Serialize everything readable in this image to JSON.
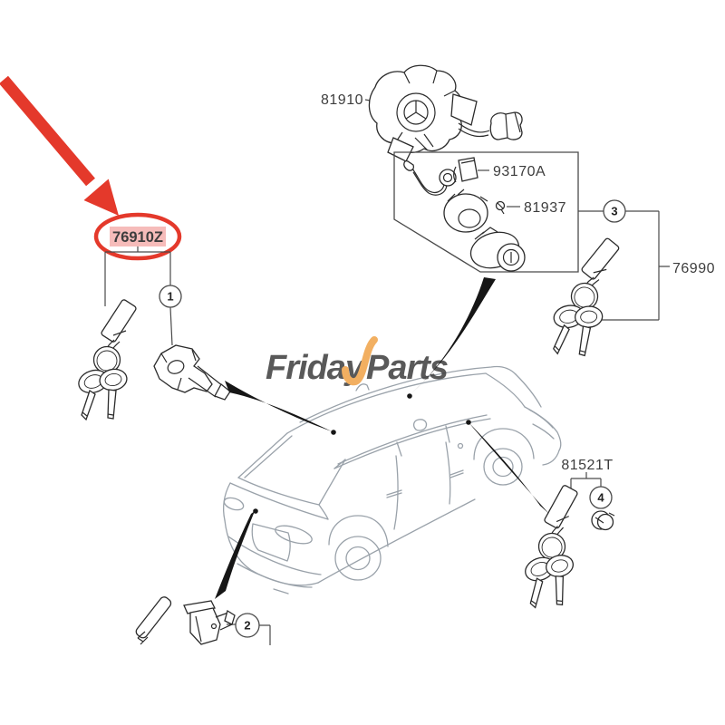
{
  "watermark": {
    "word1": "Friday",
    "word2": "Parts"
  },
  "highlight": {
    "part_number": "76910Z"
  },
  "labels": {
    "ignition_assembly": "81910",
    "antenna": "93170A",
    "screw": "81937",
    "keyset_right": "76990",
    "keyset_bottom": "81521T"
  },
  "callouts": {
    "c1": "1",
    "c2": "2",
    "c3": "3",
    "c4": "4"
  },
  "colors": {
    "arrow_red": "#e4392b",
    "highlight_text_red": "#e23b2e",
    "highlight_bg_pink": "#f6bcba",
    "watermark_blue": "#8ea9d7",
    "watermark_orange": "#f0a246",
    "line_dark": "#2b2b2b",
    "car_gray": "#9aa2aa"
  }
}
